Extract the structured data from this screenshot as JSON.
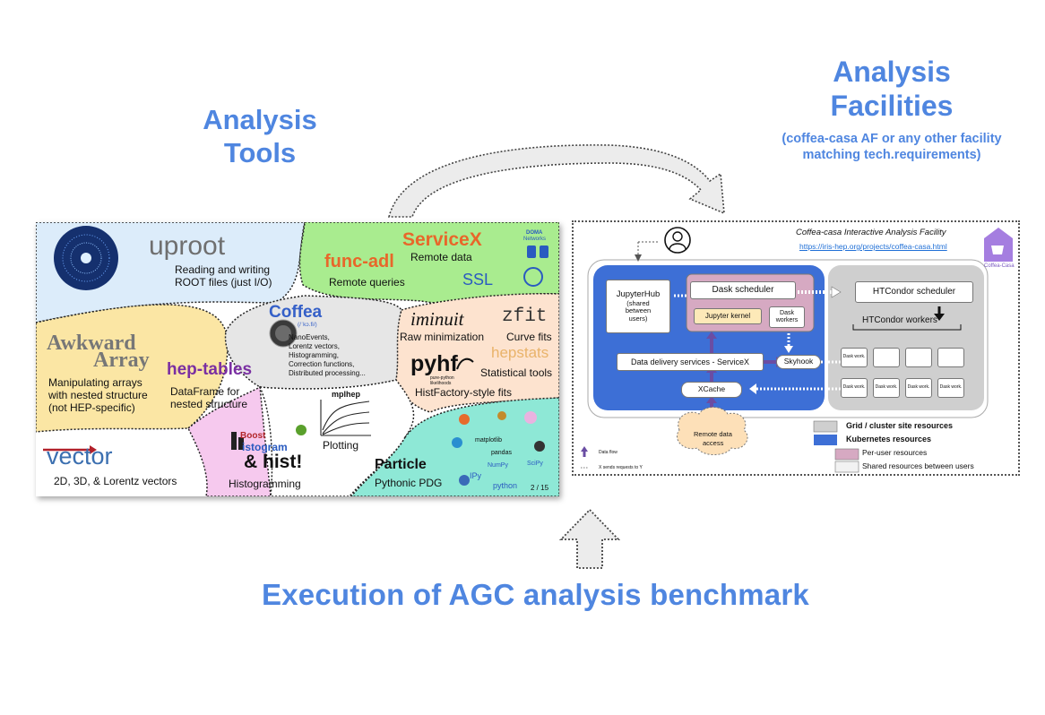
{
  "titles": {
    "tools_line1": "Analysis",
    "tools_line2": "Tools",
    "facilities_line1": "Analysis",
    "facilities_line2": "Facilities",
    "facilities_sub_line1": "(coffea-casa AF or any other facility",
    "facilities_sub_line2": "matching tech.requirements)",
    "bottom": "Execution of AGC analysis benchmark"
  },
  "tools": {
    "uproot": {
      "logo": "uproot",
      "desc1": "Reading and writing",
      "desc2": "ROOT files (just I/O)"
    },
    "servicex": {
      "logo": "ServiceX",
      "desc": "Remote data",
      "doma1": "DOMA",
      "doma2": "Networks",
      "ssl": "SSL"
    },
    "funcadl": {
      "logo": "func-adl",
      "desc": "Remote queries"
    },
    "coffea": {
      "logo": "Coffea",
      "pron": "(/ˈkɔ.fi/)",
      "desc1": "NanoEvents,",
      "desc2": "Lorentz vectors,",
      "desc3": "Histogramming,",
      "desc4": "Correction functions,",
      "desc5": "Distributed processing..."
    },
    "awkward": {
      "logo1": "Awkward",
      "logo2": "Array",
      "desc1": "Manipulating arrays",
      "desc2": "with nested structure",
      "desc3": "(not HEP-specific)"
    },
    "heptables": {
      "logo": "hep-tables",
      "desc1": "DataFrame for",
      "desc2": "nested structure"
    },
    "iminuit": {
      "logo": "iminuit",
      "desc": "Raw minimization"
    },
    "zfit": {
      "logo": "zfit",
      "desc": "Curve fits"
    },
    "hepstats": {
      "logo": "hepstats",
      "desc": "Statistical tools"
    },
    "pyhf": {
      "logo": "pyhf",
      "sub1": "pure-python",
      "sub2": "likelihoods",
      "desc": "HistFactory-style fits"
    },
    "vector": {
      "logo": "vector",
      "desc": "2D, 3D, & Lorentz vectors"
    },
    "hist": {
      "logo1": "Boost",
      "logo2": "istogram",
      "logo3": "& hist!",
      "desc": "Histogramming"
    },
    "mplhep": {
      "logo": "mplhep",
      "desc": "Plotting"
    },
    "particle": {
      "logo": "Particle",
      "desc": "Pythonic PDG"
    },
    "ecosystem": {
      "labels": [
        "matplotlib",
        "pandas",
        "NumPy",
        "SciPy",
        "IPy",
        "python"
      ]
    },
    "page_number": "2 / 15"
  },
  "facility": {
    "title": "Coffea-casa Interactive Analysis Facility",
    "url": "https://iris-hep.org/projects/coffea-casa.html",
    "logo_label": "Coffea-Casa",
    "jupyterhub_line1": "JupyterHub",
    "jupyterhub_line2": "(shared",
    "jupyterhub_line3": "between",
    "jupyterhub_line4": "users)",
    "dask_scheduler": "Dask scheduler",
    "jupyter_kernel": "Jupyter kernel",
    "dask_workers_line1": "Dask",
    "dask_workers_line2": "workers",
    "data_delivery": "Data delivery services - ServiceX",
    "skyhook": "Skyhook",
    "xcache": "XCache",
    "remote_data_line1": "Remote data",
    "remote_data_line2": "access",
    "htcondor_scheduler": "HTCondor scheduler",
    "htcondor_workers": "HTCondor workers",
    "dask_work_label": "Dask work.",
    "legend": {
      "grid": "Grid / cluster site resources",
      "kubernetes": "Kubernetes resources",
      "per_user": "Per-user resources",
      "shared": "Shared resources between users",
      "data_flow": "Data flow",
      "x_sends": "X sends requests to Y"
    }
  },
  "colors": {
    "title_blue": "#4f86e0",
    "kubernetes_blue": "#3d6fd6",
    "grid_gray": "#cfcfcf",
    "per_user_pink": "#d6a9c2",
    "shared_white": "#f2f2f2",
    "zone_blue": "#dcecfa",
    "zone_green": "#a9ec8f",
    "zone_yellow": "#fbe6a4",
    "zone_gray": "#e6e6e6",
    "zone_peach": "#fde3cf",
    "zone_pink": "#f6c9ee",
    "zone_teal": "#8ee8d6"
  }
}
